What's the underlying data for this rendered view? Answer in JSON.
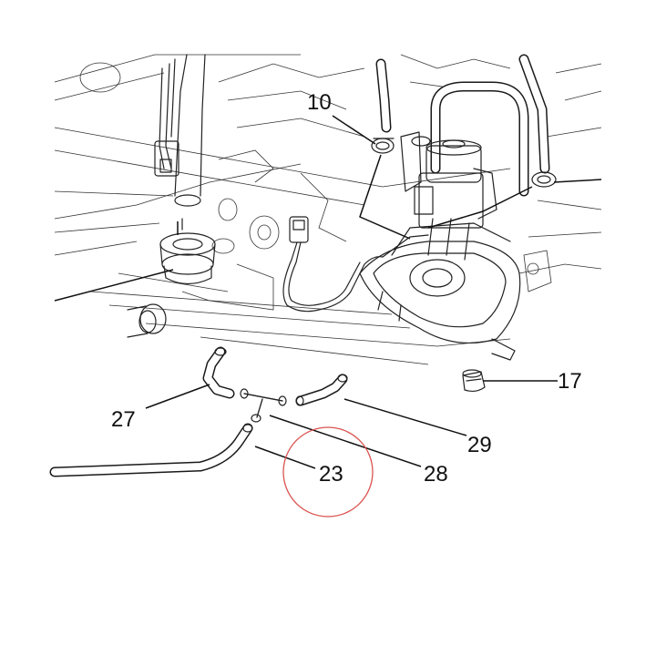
{
  "diagram": {
    "labels": {
      "p10": "10",
      "p17": "17",
      "p23": "23",
      "p27": "27",
      "p28": "28",
      "p29": "29"
    },
    "highlight_color": "#d9534f",
    "line_color": "#111111"
  }
}
